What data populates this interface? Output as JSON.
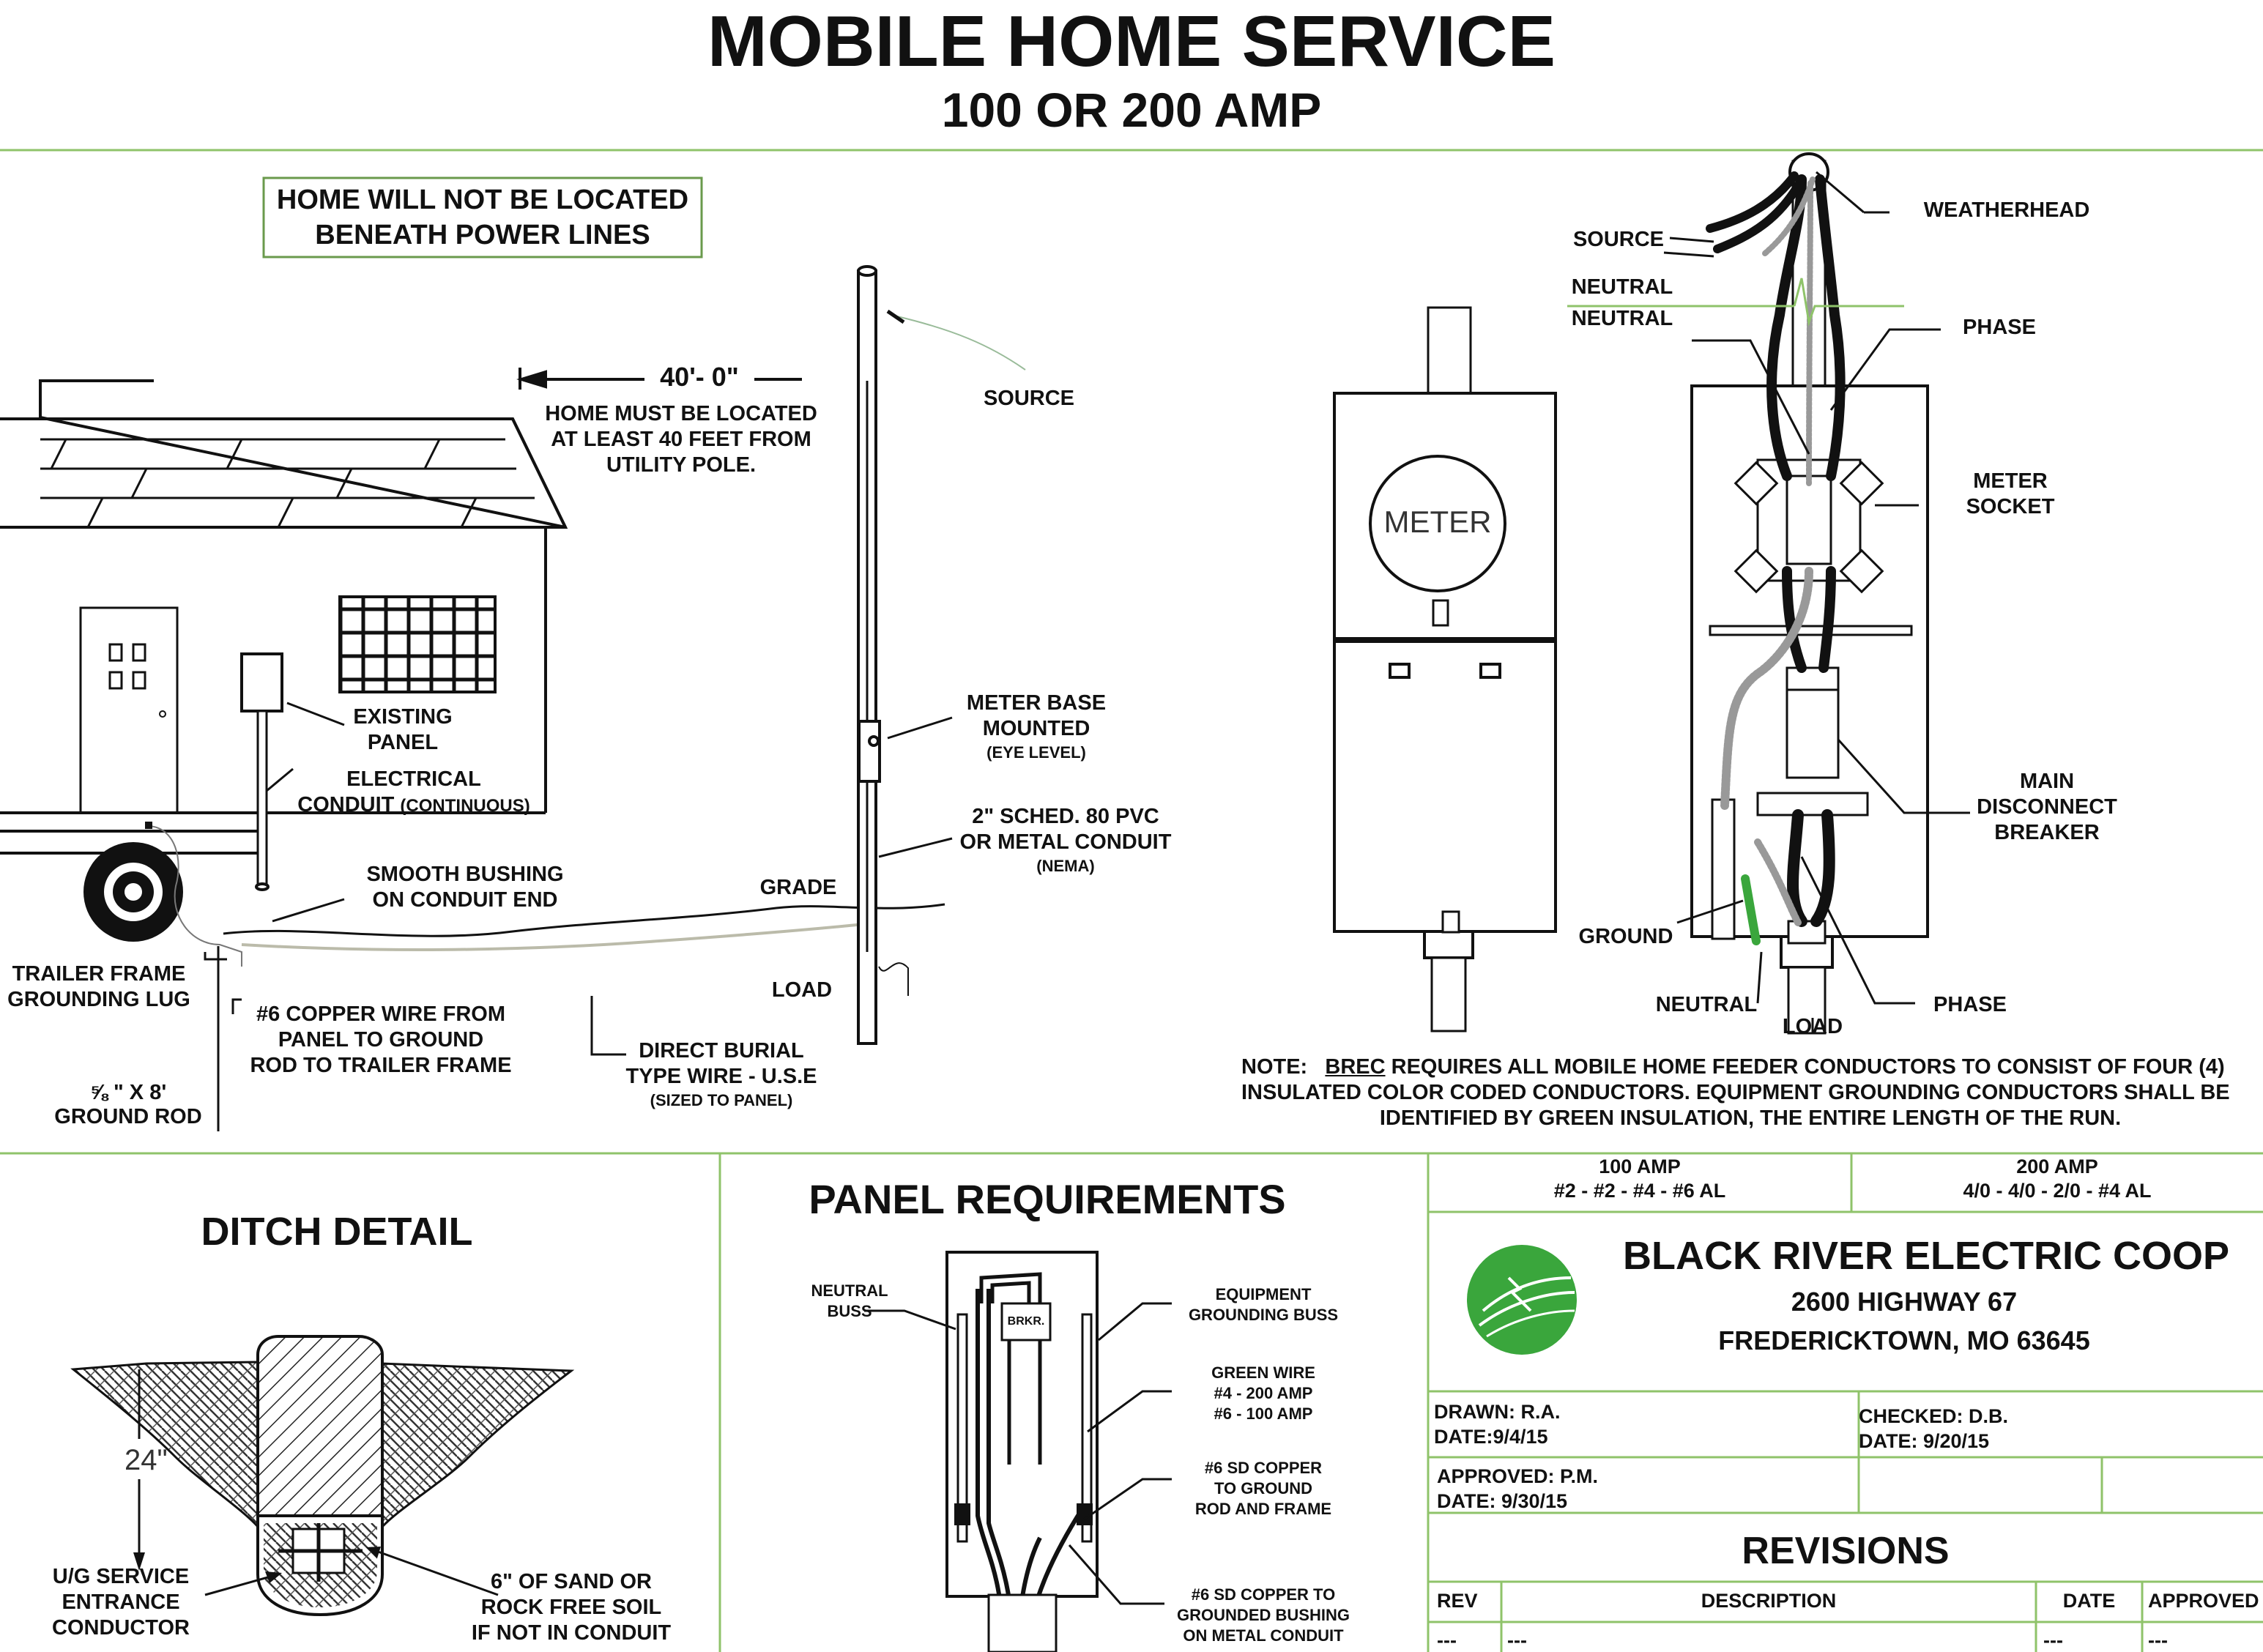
{
  "header": {
    "title": "MOBILE HOME SERVICE",
    "subtitle": "100 OR 200 AMP"
  },
  "site": {
    "warning_line1": "HOME WILL NOT BE LOCATED",
    "warning_line2": "BENEATH POWER LINES",
    "distance": "40'- 0\"",
    "distance_note_1": "HOME MUST BE LOCATED",
    "distance_note_2": "AT LEAST 40 FEET FROM",
    "distance_note_3": "UTILITY POLE.",
    "source": "SOURCE",
    "existing_panel_1": "EXISTING",
    "existing_panel_2": "PANEL",
    "conduit_1": "ELECTRICAL",
    "conduit_2a": "CONDUIT",
    "conduit_2b": "(CONTINUOUS)",
    "bushing_1": "SMOOTH BUSHING",
    "bushing_2": "ON CONDUIT END",
    "meter_base_1": "METER BASE",
    "meter_base_2": "MOUNTED",
    "meter_base_3": "(EYE LEVEL)",
    "pvc_1": "2\" SCHED. 80 PVC",
    "pvc_2": "OR METAL CONDUIT",
    "pvc_3": "(NEMA)",
    "grade": "GRADE",
    "load": "LOAD",
    "trailer_lug_1": "TRAILER FRAME",
    "trailer_lug_2": "GROUNDING LUG",
    "copper_1": "#6 COPPER WIRE FROM",
    "copper_2": "PANEL TO GROUND",
    "copper_3": "ROD TO TRAILER FRAME",
    "rod_1": "⅝ \" X 8'",
    "rod_2": "GROUND ROD",
    "burial_1": "DIRECT BURIAL",
    "burial_2": "TYPE WIRE - U.S.E",
    "burial_3": "(SIZED TO PANEL)"
  },
  "meter": {
    "meter_text": "METER",
    "weatherhead": "WEATHERHEAD",
    "source": "SOURCE",
    "neutral_a": "NEUTRAL",
    "neutral_b": "NEUTRAL",
    "phase_top": "PHASE",
    "socket_1": "METER",
    "socket_2": "SOCKET",
    "main_1": "MAIN",
    "main_2": "DISCONNECT",
    "main_3": "BREAKER",
    "ground": "GROUND",
    "neutral_c": "NEUTRAL",
    "load": "LOAD",
    "phase_bottom": "PHASE"
  },
  "note": {
    "prefix": "NOTE:",
    "brec": "BREC",
    "line1": "REQUIRES ALL MOBILE HOME FEEDER CONDUCTORS TO CONSIST OF FOUR (4)",
    "line2": "INSULATED COLOR CODED CONDUCTORS. EQUIPMENT GROUNDING CONDUCTORS SHALL BE",
    "line3": "IDENTIFIED BY GREEN INSULATION, THE ENTIRE LENGTH OF THE RUN."
  },
  "ditch": {
    "title": "DITCH DETAIL",
    "depth": "24\"",
    "ug_1": "U/G SERVICE",
    "ug_2": "ENTRANCE",
    "ug_3": "CONDUCTOR",
    "sand_1": "6\" OF SAND OR",
    "sand_2": "ROCK FREE SOIL",
    "sand_3": "IF NOT IN CONDUIT"
  },
  "panel": {
    "title": "PANEL REQUIREMENTS",
    "brkr": "BRKR.",
    "neutral_1": "NEUTRAL",
    "neutral_2": "BUSS",
    "egb_1": "EQUIPMENT",
    "egb_2": "GROUNDING BUSS",
    "green_1": "GREEN WIRE",
    "green_2": "#4 - 200 AMP",
    "green_3": "#6 - 100 AMP",
    "sd_1": "#6 SD COPPER",
    "sd_2": "TO GROUND",
    "sd_3": "ROD AND FRAME",
    "sd2_1": "#6 SD COPPER TO",
    "sd2_2": "GROUNDED BUSHING",
    "sd2_3": "ON METAL CONDUIT"
  },
  "titleblock": {
    "amp100": "100 AMP",
    "amp100_wire": "#2 - #2 - #4 - #6 AL",
    "amp200": "200 AMP",
    "amp200_wire": "4/0 - 4/0 - 2/0 - #4 AL",
    "company": "BLACK RIVER ELECTRIC COOP",
    "address1": "2600 HIGHWAY 67",
    "address2": "FREDERICKTOWN, MO 63645",
    "drawn": "DRAWN: R.A.",
    "drawn_date": "DATE:9/4/15",
    "checked": "CHECKED: D.B.",
    "checked_date": "DATE: 9/20/15",
    "approved": "APPROVED: P.M.",
    "approved_date": "DATE: 9/30/15",
    "revisions": "REVISIONS",
    "col_rev": "REV",
    "col_desc": "DESCRIPTION",
    "col_date": "DATE",
    "col_approved": "APPROVED",
    "dash": "---"
  },
  "colors": {
    "green_line": "#8fc36a",
    "logo_green": "#3aa63c",
    "ink": "#111111"
  }
}
